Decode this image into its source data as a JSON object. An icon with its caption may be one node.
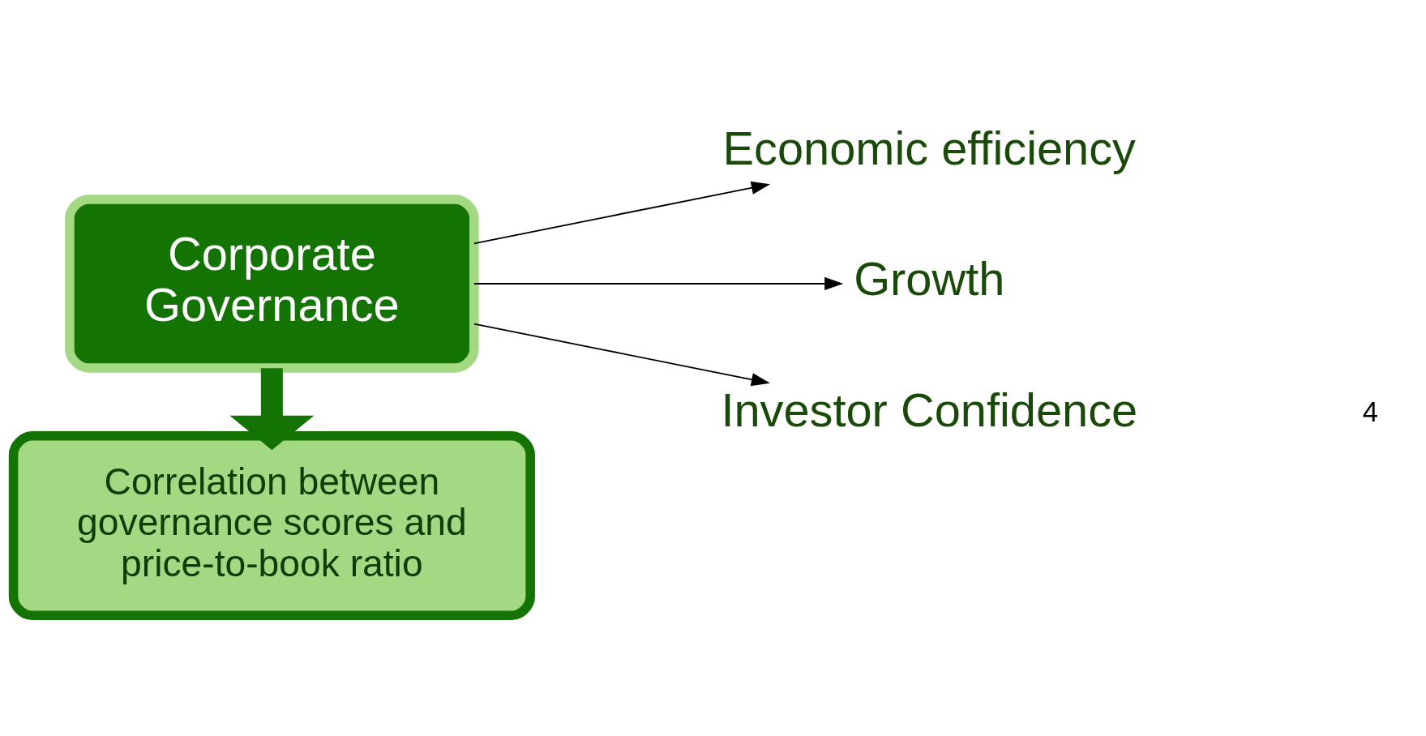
{
  "diagram": {
    "nodes": [
      {
        "text": [
          "Corporate Governance"
        ]
      },
      {
        "text": [
          "Correlation between governance scores and price-to-book ratio"
        ]
      },
      {
        "text": [
          "Economic efficiency"
        ]
      },
      {
        "text": [
          "Growth"
        ]
      },
      {
        "text": [
          "Investor Confidence"
        ]
      }
    ],
    "edges": [
      {
        "from": 0,
        "to": 2,
        "arrow": "to"
      },
      {
        "from": 0,
        "to": 3,
        "arrow": "to"
      },
      {
        "from": 0,
        "to": 4,
        "arrow": "to"
      },
      {
        "from": 0,
        "to": 1,
        "arrow": "to",
        "style": "thick",
        "color": "#137303"
      }
    ],
    "labels": [
      "4"
    ]
  }
}
